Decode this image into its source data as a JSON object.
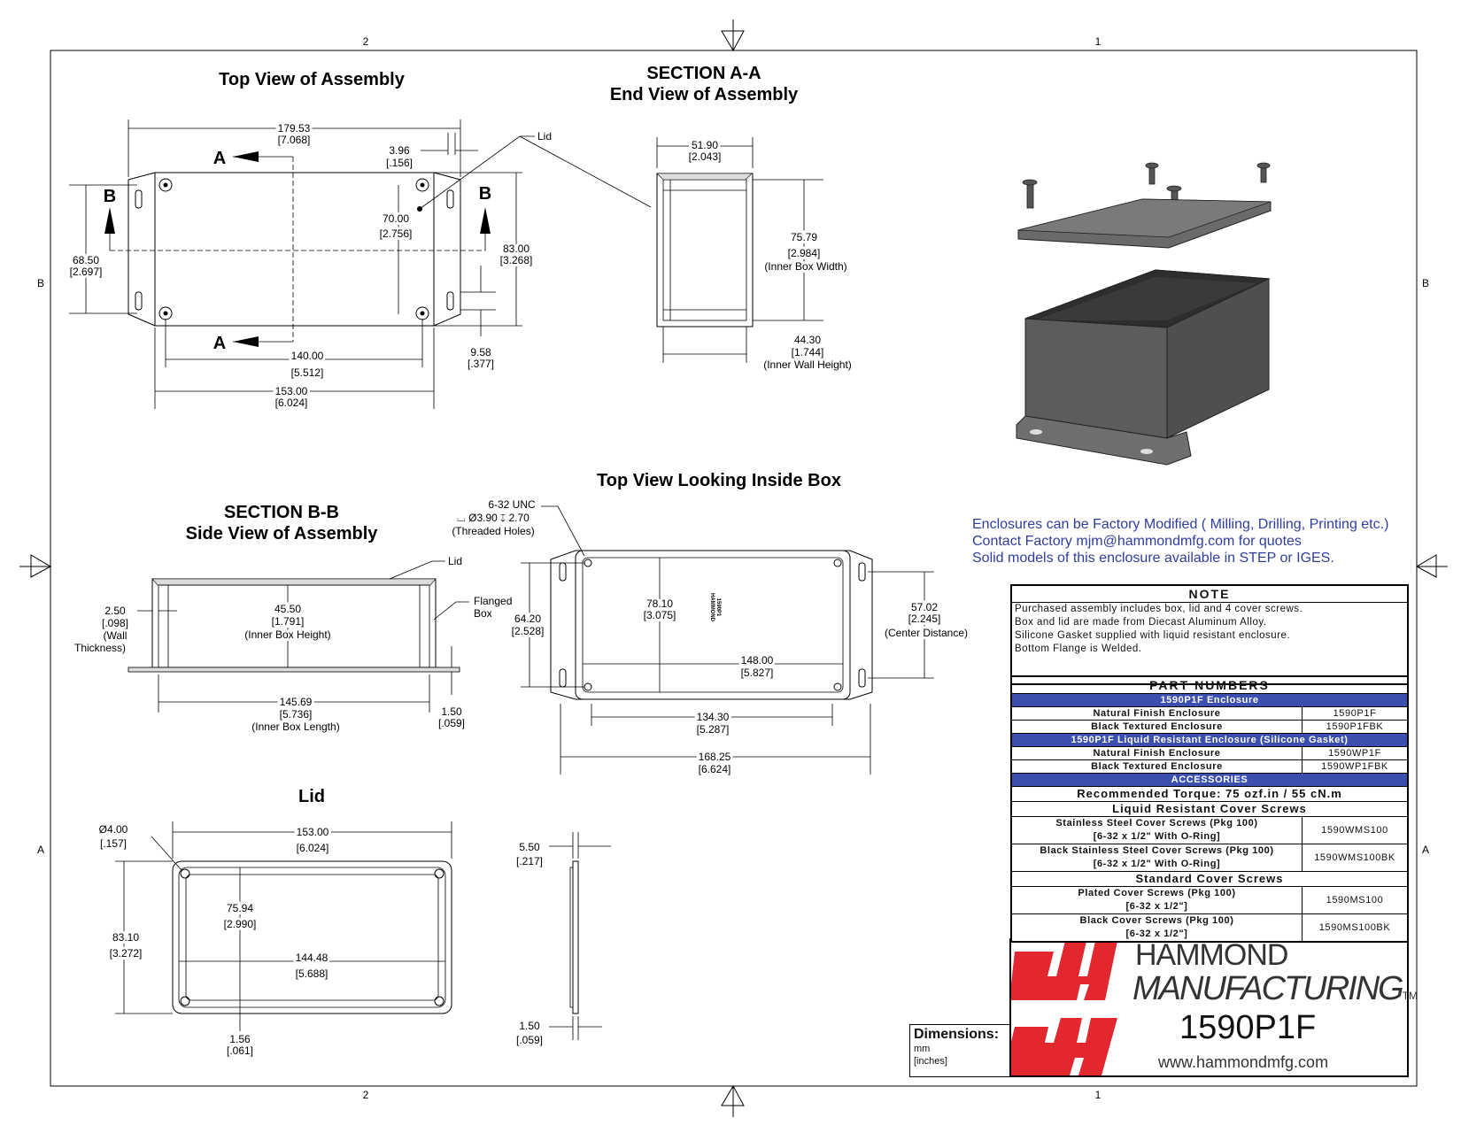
{
  "zones": {
    "left_top": "2",
    "right_top": "1",
    "left_bottom": "2",
    "right_bottom": "1",
    "side_b": "B",
    "side_a": "A"
  },
  "titles": {
    "top_view": "Top View of Assembly",
    "section_aa_1": "SECTION A-A",
    "section_aa_2": "End View of Assembly",
    "inside_view": "Top View Looking Inside Box",
    "section_bb_1": "SECTION B-B",
    "section_bb_2": "Side View of Assembly",
    "lid": "Lid"
  },
  "top_view": {
    "markA": "A",
    "markB": "B",
    "lid_label": "Lid",
    "d1_mm": "179.53",
    "d1_in": "[7.068]",
    "d2_mm": "3.96",
    "d2_in": "[.156]",
    "d3_mm": "70.00",
    "d3_in": "[2.756]",
    "d4_mm": "83.00",
    "d4_in": "[3.268]",
    "d5_mm": "68.50",
    "d5_in": "[2.697]",
    "d6_mm": "9.58",
    "d6_in": "[.377]",
    "d7_mm": "140.00",
    "d7_in": "[5.512]",
    "d8_mm": "153.00",
    "d8_in": "[6.024]"
  },
  "section_aa": {
    "w_mm": "51.90",
    "w_in": "[2.043]",
    "h_mm": "75.79",
    "h_in": "[2.984]",
    "h_note": "(Inner Box Width)",
    "b_mm": "44.30",
    "b_in": "[1.744]",
    "b_note": "(Inner Wall Height)"
  },
  "section_bb": {
    "lid_label": "Lid",
    "flange_1": "Flanged",
    "flange_2": "Box",
    "wall_mm": "2.50",
    "wall_in": "[.098]",
    "wall_1": "(Wall",
    "wall_2": "Thickness)",
    "ih_mm": "45.50",
    "ih_in": "[1.791]",
    "ih_note": "(Inner Box Height)",
    "il_mm": "145.69",
    "il_in": "[5.736]",
    "il_note": "(Inner Box Length)",
    "fl_mm": "1.50",
    "fl_in": "[.059]"
  },
  "inside_view": {
    "thread_1": "6-32 UNC",
    "thread_2": "⌴ Ø3.90 ↧ 2.70",
    "thread_3": "(Threaded Holes)",
    "logo_1": "HAMMOND",
    "logo_2": "1590P1",
    "a_mm": "78.10",
    "a_in": "[3.075]",
    "b_mm": "64.20",
    "b_in": "[2.528]",
    "c_mm": "148.00",
    "c_in": "[5.827]",
    "d_mm": "57.02",
    "d_in": "[2.245]",
    "d_note": "(Center Distance)",
    "e_mm": "134.30",
    "e_in": "[5.287]",
    "f_mm": "168.25",
    "f_in": "[6.624]"
  },
  "lid_view": {
    "hole_mm": "Ø4.00",
    "hole_in": "[.157]",
    "w_mm": "153.00",
    "w_in": "[6.024]",
    "h_mm": "83.10",
    "h_in": "[3.272]",
    "ih_mm": "75.94",
    "ih_in": "[2.990]",
    "iw_mm": "144.48",
    "iw_in": "[5.688]",
    "t_mm": "1.56",
    "t_in": "[.061]",
    "s1_mm": "5.50",
    "s1_in": "[.217]",
    "s2_mm": "1.50",
    "s2_in": "[.059]"
  },
  "blue_note": [
    "Enclosures can be Factory Modified ( Milling, Drilling, Printing etc.)",
    "Contact Factory        mjm@hammondmfg.com for quotes",
    "Solid models of this enclosure available in STEP or IGES."
  ],
  "note": {
    "heading": "NOTE",
    "lines": [
      "Purchased assembly includes box, lid and 4 cover screws.",
      "Box and lid are made from Diecast Aluminum Alloy.",
      "Silicone Gasket supplied with liquid resistant enclosure.",
      "Bottom Flange is Welded."
    ]
  },
  "parts": {
    "heading": "PART NUMBERS",
    "band1": "1590P1F Enclosure",
    "r1_desc": "Natural Finish Enclosure",
    "r1_pn": "1590P1F",
    "r2_desc": "Black Textured Enclosure",
    "r2_pn": "1590P1FBK",
    "band2": "1590P1F Liquid Resistant Enclosure (Silicone Gasket)",
    "r3_desc": "Natural Finish Enclosure",
    "r3_pn": "1590WP1F",
    "r4_desc": "Black Textured Enclosure",
    "r4_pn": "1590WP1FBK",
    "band3": "ACCESSORIES",
    "torque": "Recommended Torque: 75 ozf.in / 55 cN.m",
    "liquid_heading": "Liquid Resistant Cover Screws",
    "r5_desc1": "Stainless Steel Cover Screws (Pkg 100)",
    "r5_desc2": "[6-32 x 1/2\" With O-Ring]",
    "r5_pn": "1590WMS100",
    "r6_desc1": "Black Stainless Steel Cover Screws (Pkg 100)",
    "r6_desc2": "[6-32 x 1/2\" With O-Ring]",
    "r6_pn": "1590WMS100BK",
    "standard_heading": "Standard Cover Screws",
    "r7_desc1": "Plated Cover Screws (Pkg 100)",
    "r7_desc2": "[6-32 x 1/2\"]",
    "r7_pn": "1590MS100",
    "r8_desc1": "Black Cover Screws (Pkg 100)",
    "r8_desc2": "[6-32 x 1/2\"]",
    "r8_pn": "1590MS100BK"
  },
  "dimensions_box": {
    "title": "Dimensions:",
    "unit1": "mm",
    "unit2": "[inches]"
  },
  "brand": {
    "name1": "HAMMOND",
    "name2": "MANUFACTURING",
    "tm": "TM",
    "model": "1590P1F",
    "url": "www.hammondmfg.com",
    "logo_color": "#e2272f"
  }
}
